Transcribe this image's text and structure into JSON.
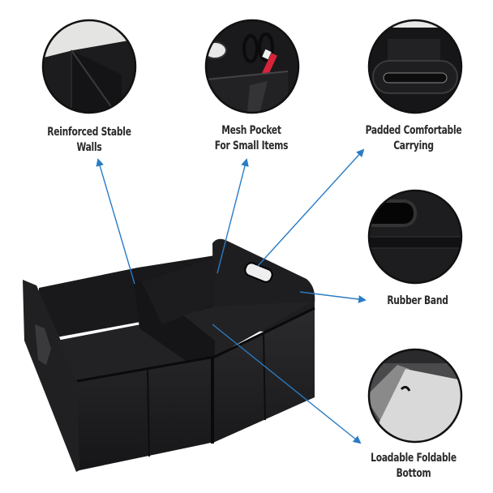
{
  "colors": {
    "background": "#ffffff",
    "arrow": "#2a7bc4",
    "label_text": "#2a2a2a",
    "product_fabric": "#1b1b1d"
  },
  "features": [
    {
      "id": "walls",
      "line1": "Reinforced Stable",
      "line2": "Walls",
      "icon": "divider-wall-closeup"
    },
    {
      "id": "mesh",
      "line1": "Mesh Pocket",
      "line2": "For Small Items",
      "icon": "mesh-pocket-closeup"
    },
    {
      "id": "carry",
      "line1": "Padded Comfortable",
      "line2": "Carrying",
      "icon": "handle-closeup"
    },
    {
      "id": "band",
      "line1": "Rubber Band",
      "line2": "",
      "icon": "rubber-band-closeup"
    },
    {
      "id": "bottom",
      "line1": "Loadable Foldable",
      "line2": "Bottom",
      "icon": "foldable-bottom-closeup"
    }
  ],
  "product": {
    "name": "trunk-organizer",
    "compartments": 2
  }
}
